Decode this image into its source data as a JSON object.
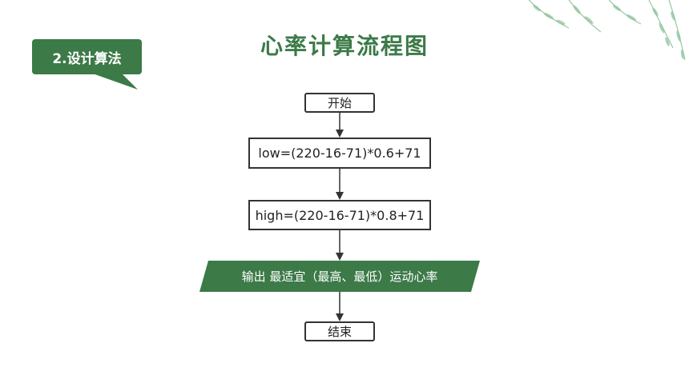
{
  "badge": {
    "label": "2.设计算法"
  },
  "title": "心率计算流程图",
  "flowchart": {
    "start": "开始",
    "step1": "low=(220-16-71)*0.6+71",
    "step2": "high=(220-16-71)*0.8+71",
    "output": "输出 最适宜（最高、最低）运动心率",
    "end": "结束"
  },
  "colors": {
    "accent": "#3c7a48",
    "leaf": "#8dc39a"
  }
}
